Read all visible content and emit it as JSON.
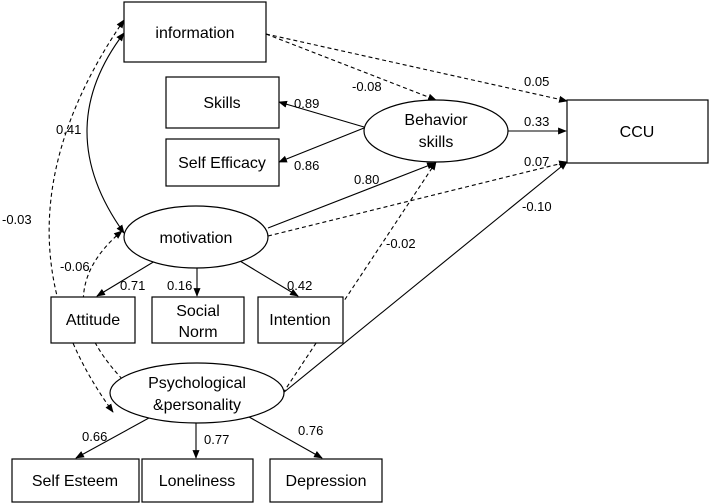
{
  "nodes": {
    "information": "information",
    "skills": "Skills",
    "self_efficacy": "Self Efficacy",
    "behavior_skills_line1": "Behavior",
    "behavior_skills_line2": "skills",
    "ccu": "CCU",
    "motivation": "motivation",
    "attitude": "Attitude",
    "social_norm_line1": "Social",
    "social_norm_line2": "Norm",
    "intention": "Intention",
    "psych_line1": "Psychological",
    "psych_line2": "&personality",
    "self_esteem": "Self Esteem",
    "loneliness": "Loneliness",
    "depression": "Depression"
  },
  "coefficients": {
    "info_to_ccu": "0.05",
    "info_to_behavior": "-0.08",
    "info_motivation": "0.41",
    "info_psych": "-0.03",
    "behavior_to_skills": "0.89",
    "behavior_to_selfefficacy": "0.86",
    "behavior_to_ccu": "0.33",
    "motivation_to_behavior": "0.80",
    "motivation_to_ccu": "0.07",
    "psych_to_ccu": "-0.10",
    "psych_to_behavior": "-0.02",
    "motivation_psych": "-0.06",
    "motivation_to_attitude": "0.71",
    "motivation_to_socialnorm": "0.16",
    "motivation_to_intention": "0.42",
    "psych_to_selfesteem": "0.66",
    "psych_to_loneliness": "0.77",
    "psych_to_depression": "0.76"
  }
}
